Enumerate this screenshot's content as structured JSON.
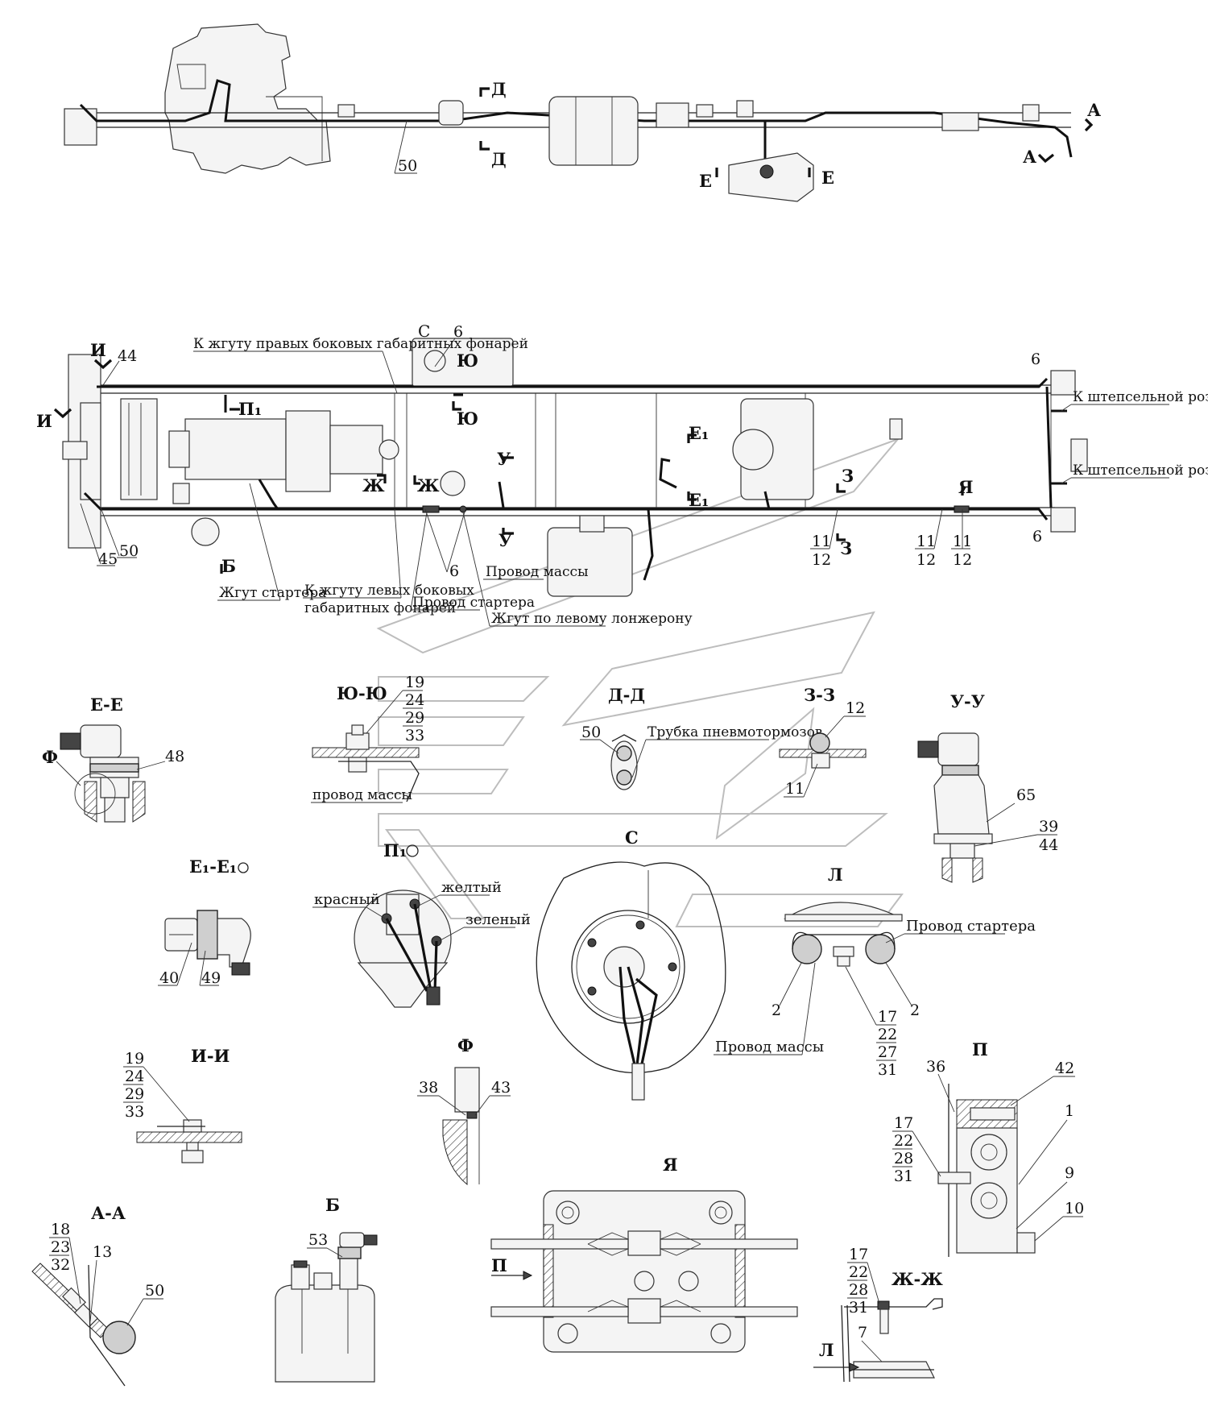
{
  "top_view": {
    "labels": {
      "d": "Д",
      "a": "А",
      "e": "Е"
    },
    "part50": "50"
  },
  "plan_view": {
    "labels": {
      "i": "И",
      "p1": "П₁",
      "b": "Б",
      "s": "С",
      "yu": "Ю",
      "u": "У",
      "zh": "Ж",
      "e1": "Е₁",
      "z": "З",
      "ya": "Я"
    },
    "parts": {
      "p44": "44",
      "p45": "45",
      "p50": "50",
      "p6": "6",
      "p11": "11",
      "p12": "12"
    },
    "callouts": {
      "right_side_lamps": "К жгуту правых боковых габаритных фонарей",
      "socket_1": "К штепсельной розетке",
      "socket_2": "К штепсельной розетке",
      "starter_harness": "Жгут стартера",
      "left_side_lamps_1": "К жгуту левых боковых",
      "left_side_lamps_2": "габаритных фонарей",
      "starter_wire": "Провод стартера",
      "ground_wire": "Провод массы",
      "left_member_harness": "Жгут по левому лонжерону"
    }
  },
  "details": {
    "ee": {
      "title": "Е-Е",
      "f": "Ф",
      "p48": "48"
    },
    "e1e1": {
      "title": "Е₁-Е₁",
      "p40": "40",
      "p49": "49"
    },
    "yuyu": {
      "title": "Ю-Ю",
      "p19": "19",
      "p24": "24",
      "p29": "29",
      "p33": "33",
      "ground": "провод массы"
    },
    "p1": {
      "title": "П₁",
      "red": "красный",
      "yellow": "желтый",
      "green": "зеленый"
    },
    "dd": {
      "title": "Д-Д",
      "p50": "50",
      "tube": "Трубка пневмотормозов"
    },
    "zz": {
      "title": "З-З",
      "p11": "11",
      "p12": "12"
    },
    "uu": {
      "title": "У-У",
      "p65": "65",
      "p39": "39",
      "p44": "44"
    },
    "c": {
      "title": "С"
    },
    "l": {
      "title": "Л",
      "starter": "Провод стартера",
      "ground": "Провод массы",
      "p2a": "2",
      "p2b": "2",
      "p17": "17",
      "p22": "22",
      "p27": "27",
      "p31": "31"
    },
    "ii": {
      "title": "И-И",
      "p19": "19",
      "p24": "24",
      "p29": "29",
      "p33": "33"
    },
    "f": {
      "title": "Ф",
      "p38": "38",
      "p43": "43"
    },
    "p": {
      "title": "П",
      "p36": "36",
      "p42": "42",
      "p1": "1",
      "p17": "17",
      "p22": "22",
      "p28": "28",
      "p31": "31",
      "p9": "9",
      "p10": "10"
    },
    "ya": {
      "title": "Я",
      "p": "П"
    },
    "aa": {
      "title": "А-А",
      "p18": "18",
      "p23": "23",
      "p32": "32",
      "p13": "13",
      "p50": "50"
    },
    "b": {
      "title": "Б",
      "p53": "53"
    },
    "zhzh": {
      "title": "Ж-Ж",
      "p17": "17",
      "p22": "22",
      "p28": "28",
      "p31": "31",
      "p7": "7",
      "l": "Л"
    }
  }
}
